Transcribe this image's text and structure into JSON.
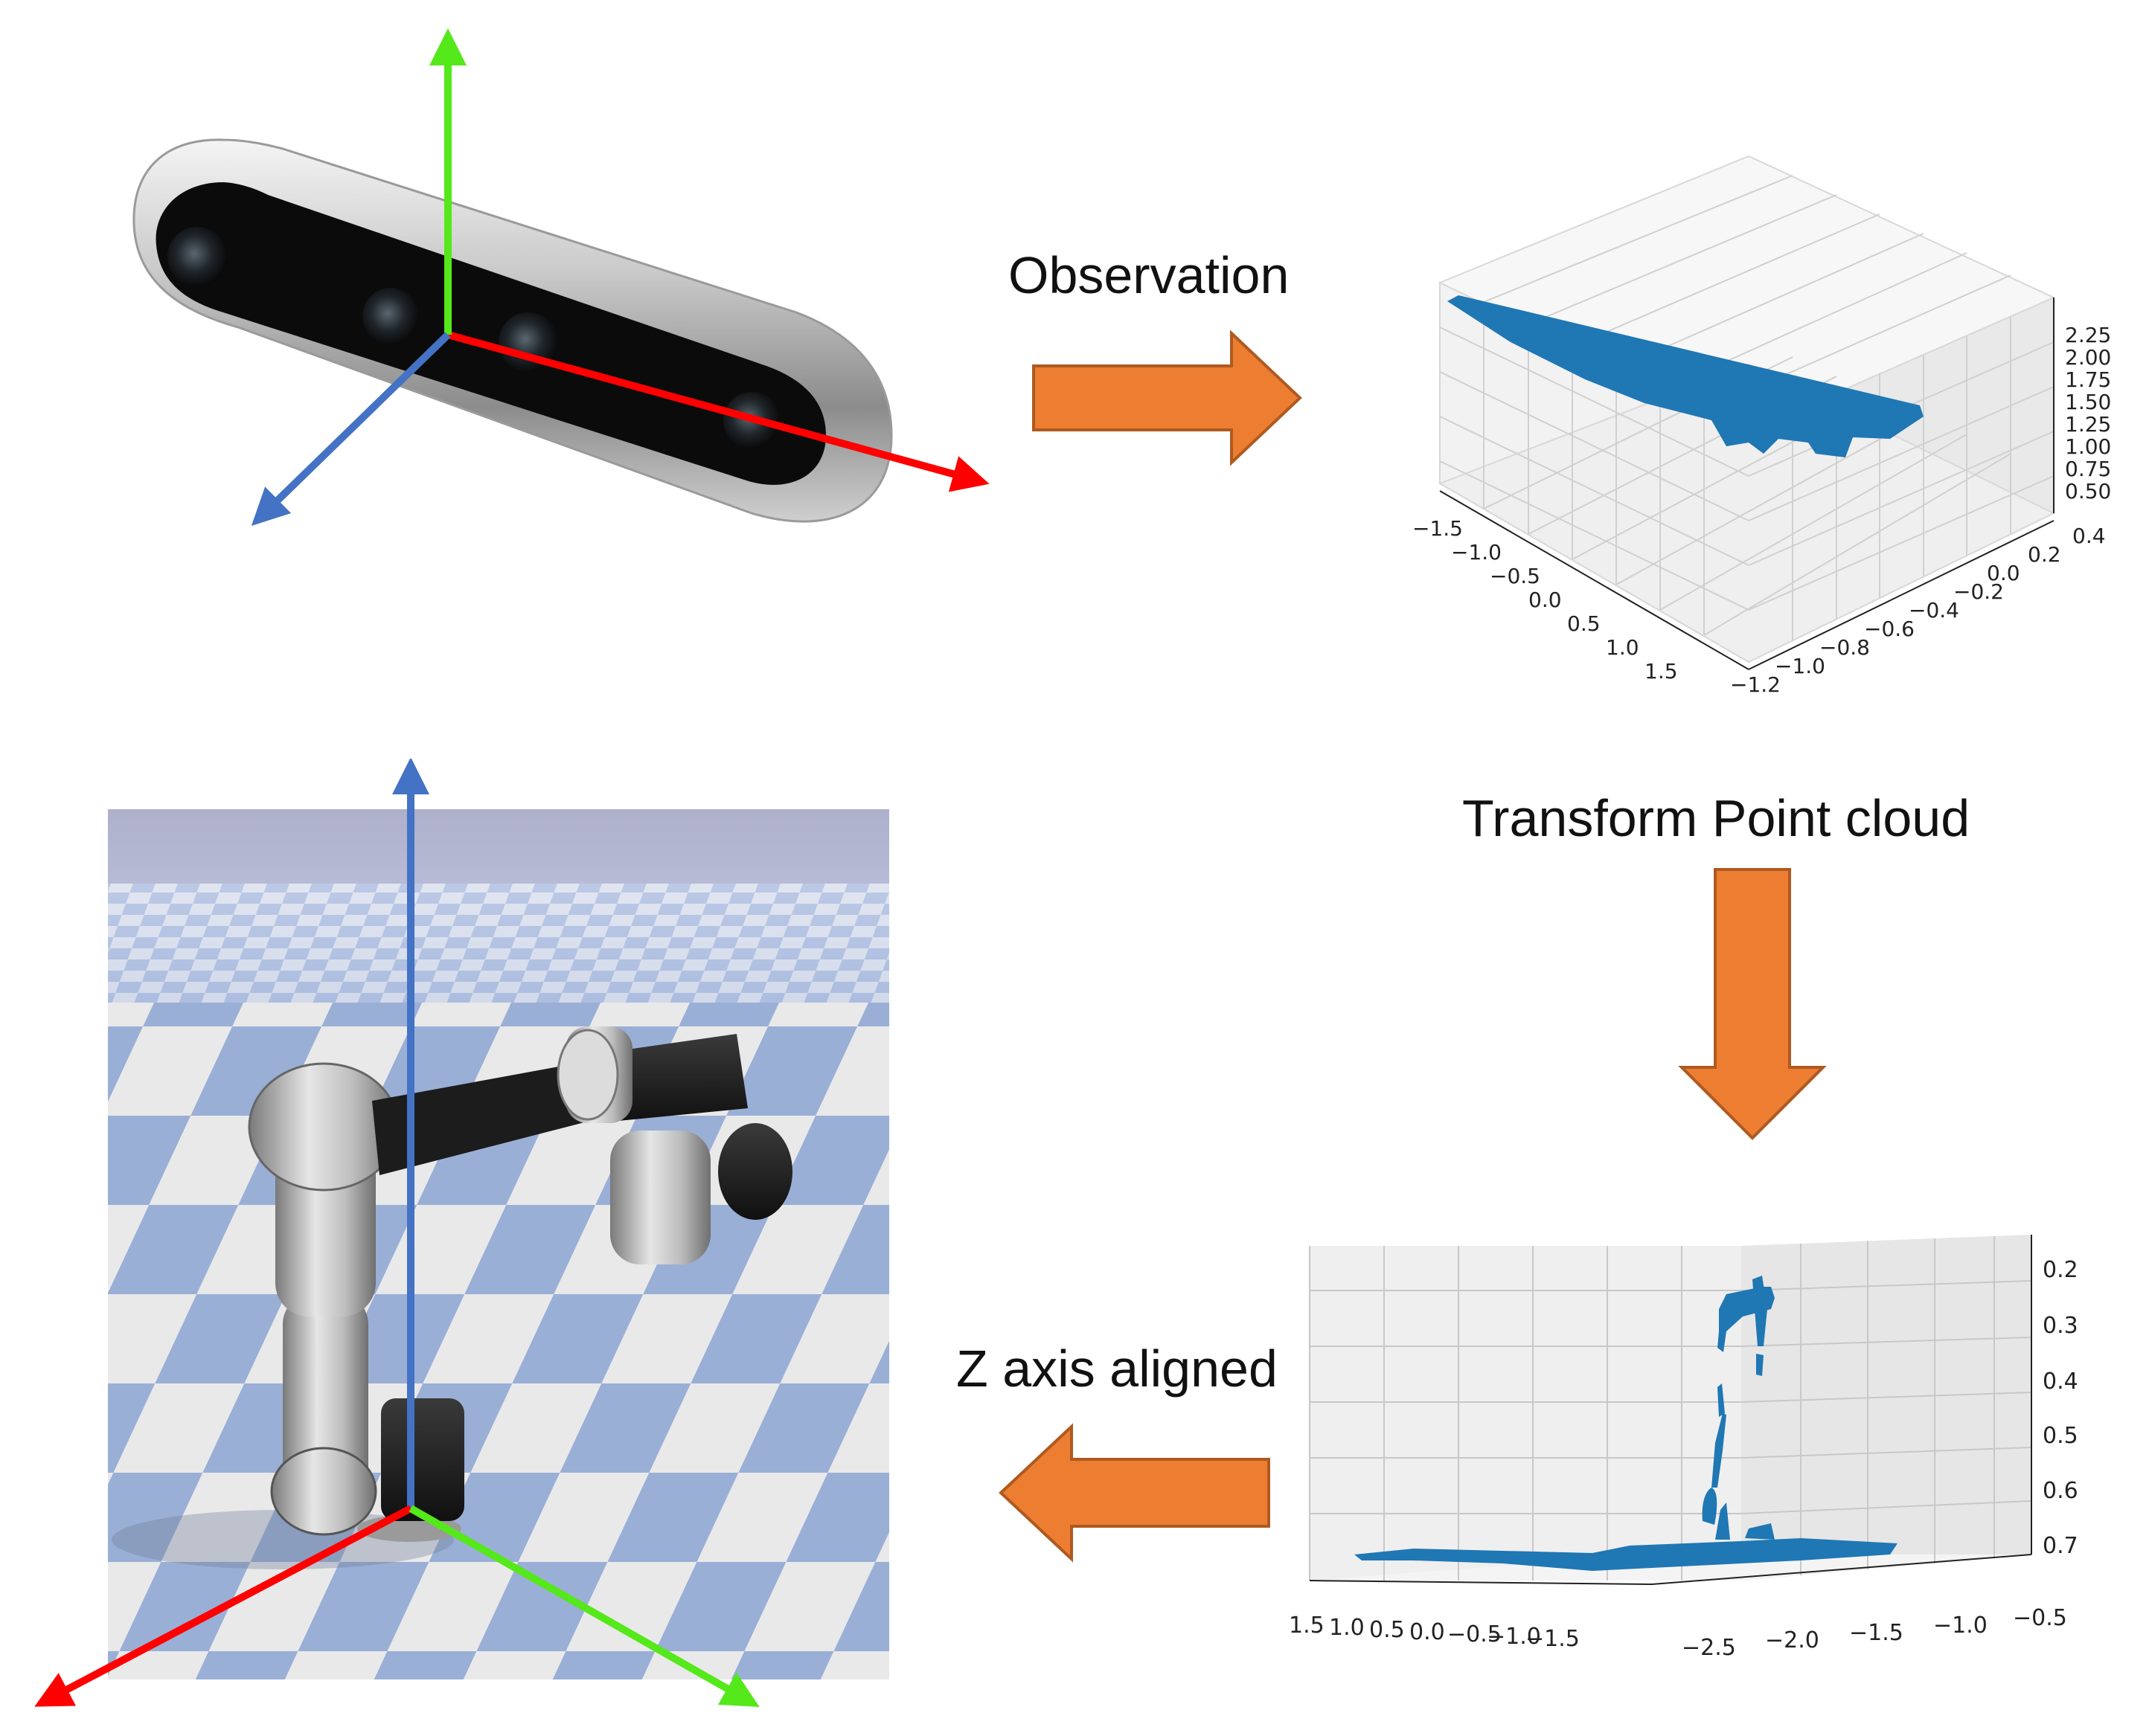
{
  "labels": {
    "observation": "Observation",
    "transform": "Transform Point cloud",
    "z_aligned": "Z axis aligned"
  },
  "colors": {
    "arrow_fill": "#ED7D31",
    "arrow_stroke": "#AE5A21",
    "axis_x": "#FF0000",
    "axis_y": "#55E81A",
    "axis_z": "#4472C4",
    "cloud": "#1F77B4"
  },
  "chart_data": [
    {
      "type": "scatter",
      "title": "",
      "axes": {
        "x_ticks": [
          "−1.5",
          "−1.0",
          "−0.5",
          "0.0",
          "0.5",
          "1.0",
          "1.5"
        ],
        "y_ticks": [
          "−1.2",
          "−1.0",
          "−0.8",
          "−0.6",
          "−0.4",
          "−0.2",
          "0.0",
          "0.2",
          "0.4"
        ],
        "z_ticks": [
          "2.25",
          "2.00",
          "1.75",
          "1.50",
          "1.25",
          "1.00",
          "0.75",
          "0.50"
        ]
      },
      "grid": true,
      "projection": "3d"
    },
    {
      "type": "scatter",
      "title": "",
      "axes": {
        "x_ticks": [
          "1.5",
          "1.0",
          "0.5",
          "0.0",
          "−0.5",
          "−1.0",
          "−1.5"
        ],
        "y_ticks": [
          "−2.5",
          "−2.0",
          "−1.5",
          "−1.0",
          "−0.5"
        ],
        "z_ticks": [
          "0.2",
          "0.3",
          "0.4",
          "0.5",
          "0.6",
          "0.7"
        ]
      },
      "grid": true,
      "projection": "3d"
    }
  ]
}
